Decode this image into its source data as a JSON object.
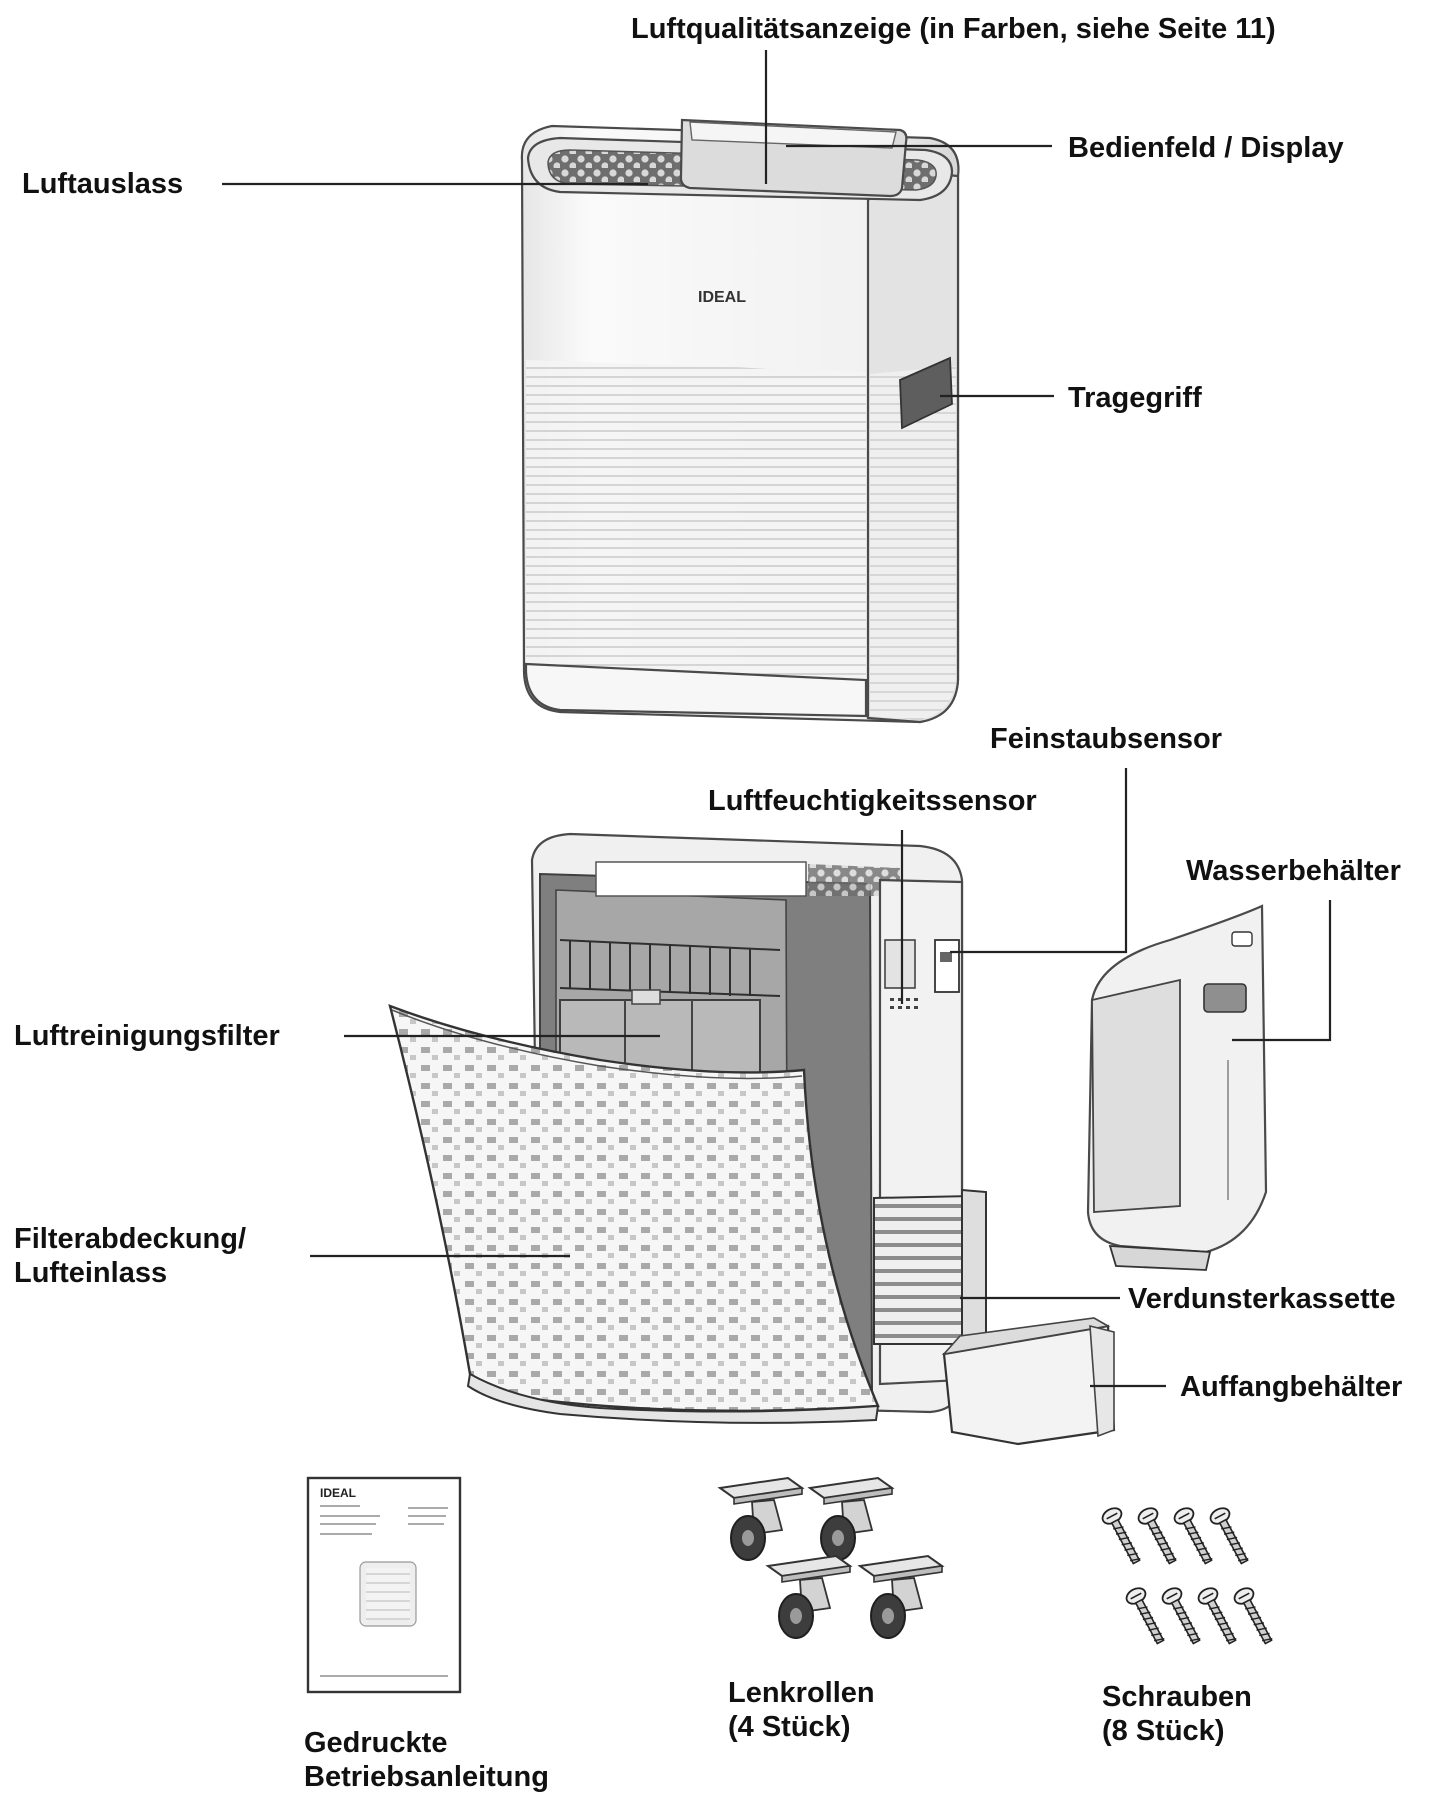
{
  "labels": {
    "air_quality_indicator": "Luftqualitätsanzeige (in Farben, siehe Seite 11)",
    "air_outlet": "Luftauslass",
    "control_panel": "Bedienfeld / Display",
    "carry_handle": "Tragegriff",
    "particle_sensor": "Feinstaubsensor",
    "humidity_sensor": "Luftfeuchtigkeitssensor",
    "water_tank": "Wasserbehälter",
    "air_filter": "Luftreinigungsfilter",
    "filter_cover_line1": "Filterabdeckung/",
    "filter_cover_line2": "Lufteinlass",
    "evaporator_cassette": "Verdunsterkassette",
    "drip_tray": "Auffangbehälter",
    "casters_line1": "Lenkrollen",
    "casters_line2": "(4 Stück)",
    "screws_line1": "Schrauben",
    "screws_line2": "(8 Stück)",
    "manual_line1": "Gedruckte",
    "manual_line2": "Betriebsanleitung"
  },
  "brand": {
    "logo_text": "IDEAL",
    "manual_logo_text": "IDEAL"
  },
  "accessories": {
    "caster_count": 4,
    "screw_count": 8
  },
  "colors": {
    "text": "#111111",
    "line": "#222222",
    "device_body": "#f4f4f4",
    "device_shadow": "#d9d9d9",
    "grille": "#9a9a9a",
    "dark_interior": "#8a8a8a"
  },
  "icons": [
    "purifier-front",
    "purifier-open",
    "filter-cover",
    "water-tank",
    "drip-tray",
    "manual-booklet",
    "caster-wheel",
    "screw"
  ]
}
